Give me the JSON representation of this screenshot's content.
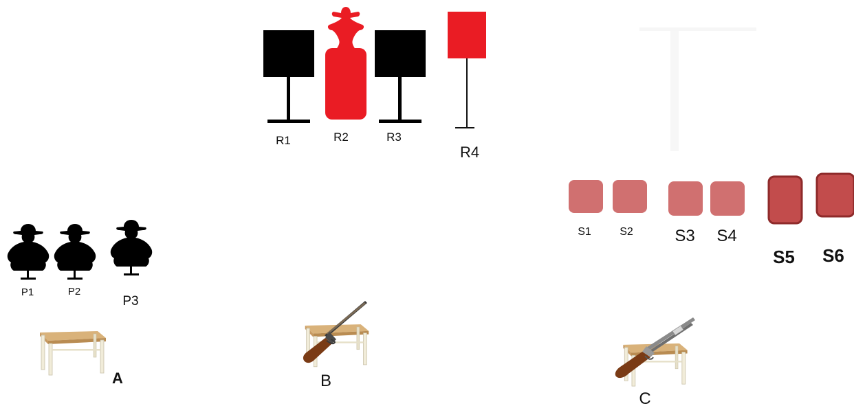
{
  "colors": {
    "background": "#ffffff",
    "steel_black": "#000000",
    "steel_red": "#ea1c24",
    "shotgun_plate": "#d07070",
    "shotgun_plate_dark": "#c24c4c",
    "table_top": "#d9b27a",
    "table_leg": "#f1ecd9",
    "gun_wood": "#7a3b15",
    "gun_metal": "#555555"
  },
  "rifle_targets": [
    {
      "label": "R1",
      "icon": "square-steel-on-stand-icon",
      "color": "#000000"
    },
    {
      "label": "R2",
      "icon": "cowboy-silhouette-steel-icon",
      "color": "#ea1c24"
    },
    {
      "label": "R3",
      "icon": "square-steel-on-stand-icon",
      "color": "#000000"
    },
    {
      "label": "R4",
      "icon": "flag-steel-on-pole-icon",
      "color": "#ea1c24"
    }
  ],
  "pistol_targets": [
    {
      "label": "P1",
      "icon": "cowboy-silhouette-icon"
    },
    {
      "label": "P2",
      "icon": "cowboy-silhouette-icon"
    },
    {
      "label": "P3",
      "icon": "cowboy-silhouette-icon"
    }
  ],
  "shotgun_targets": [
    {
      "label": "S1",
      "icon": "rounded-plate-icon"
    },
    {
      "label": "S2",
      "icon": "rounded-plate-icon"
    },
    {
      "label": "S3",
      "icon": "rounded-plate-icon"
    },
    {
      "label": "S4",
      "icon": "rounded-plate-icon"
    },
    {
      "label": "S5",
      "icon": "rounded-plate-dark-icon"
    },
    {
      "label": "S6",
      "icon": "rounded-plate-dark-icon"
    }
  ],
  "stations": [
    {
      "label": "A",
      "icon": "table-icon",
      "gun": ""
    },
    {
      "label": "B",
      "icon": "table-icon",
      "gun": "rifle-icon"
    },
    {
      "label": "C",
      "icon": "table-icon",
      "gun": "shotgun-icon"
    }
  ]
}
